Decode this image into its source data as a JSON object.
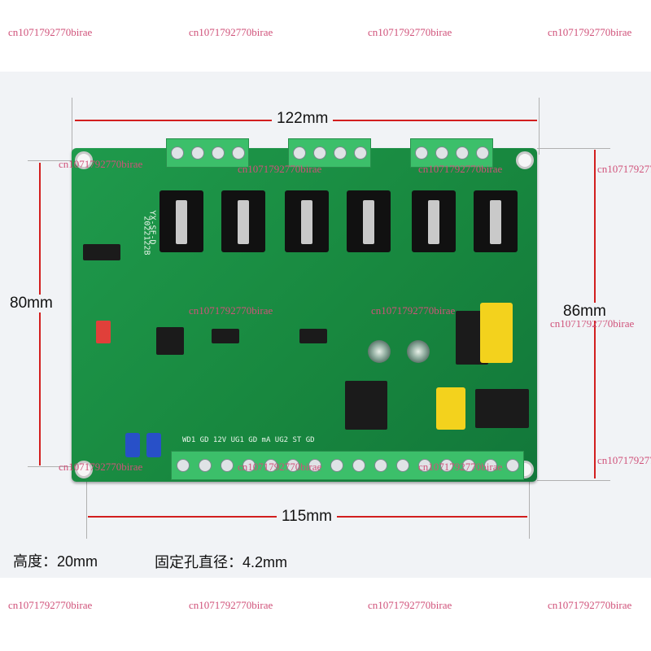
{
  "dimensions": {
    "width_top": "122mm",
    "width_bottom": "115mm",
    "height_left": "80mm",
    "height_right": "86mm"
  },
  "notes": {
    "height": "高度：20mm",
    "hole": "固定孔直径：4.2mm"
  },
  "board_silkscreen": {
    "model": "YX-SF-D",
    "date": "2022122B",
    "bottom_pins": "WD1  GD  12V  UG1  GD  mA  UG2  ST  GD"
  },
  "watermark": "cn1071792770birae"
}
